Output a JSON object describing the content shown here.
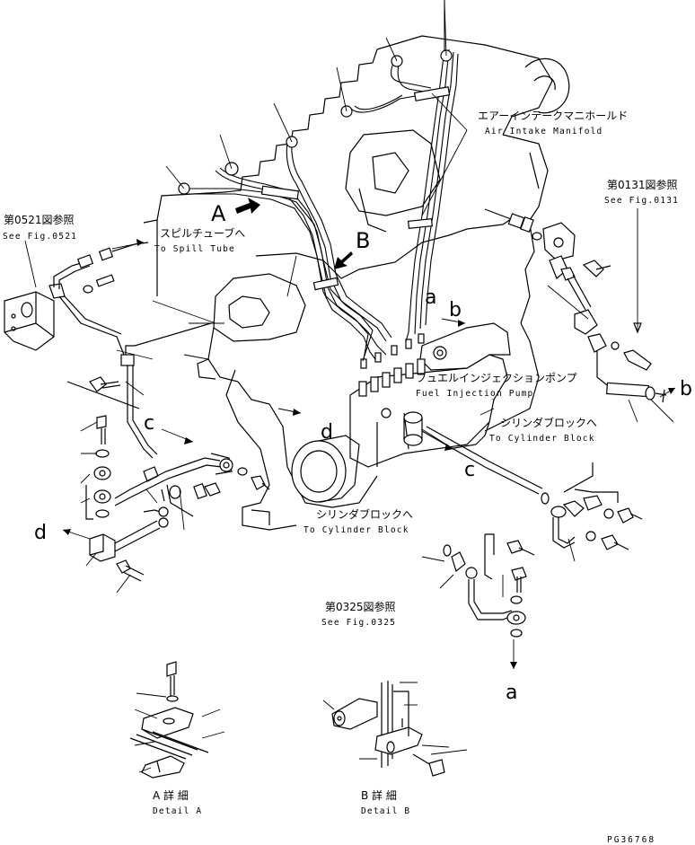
{
  "labels": {
    "air_intake_jp": "エアーインテークマニホールド",
    "air_intake_en": "Air Intake Manifold",
    "fig0131_jp": "第0131図参照",
    "fig0131_en": "See Fig.0131",
    "fig0521_jp": "第0521図参照",
    "fig0521_en": "See Fig.0521",
    "spill_jp": "スピルチューブへ",
    "spill_en": "To Spill Tube",
    "pump_jp": "フュエルインジェクションポンプ",
    "pump_en": "Fuel Injection Pump",
    "cyl1_jp": "シリンダブロックへ",
    "cyl1_en": "To Cylinder Block",
    "cyl2_jp": "シリンダブロックへ",
    "cyl2_en": "To Cylinder Block",
    "fig0325_jp": "第0325図参照",
    "fig0325_en": "See Fig.0325",
    "detailA_jp": "A 詳 細",
    "detailA_en": "Detail A",
    "detailB_jp": "B 詳 細",
    "detailB_en": "Detail B",
    "drawing_no": "PG36768"
  },
  "refs": {
    "A": "A",
    "B": "B",
    "a1": "a",
    "b1": "b",
    "b2": "b",
    "a2": "a",
    "c1": "c",
    "c2": "c",
    "d1": "d",
    "d2": "d"
  }
}
